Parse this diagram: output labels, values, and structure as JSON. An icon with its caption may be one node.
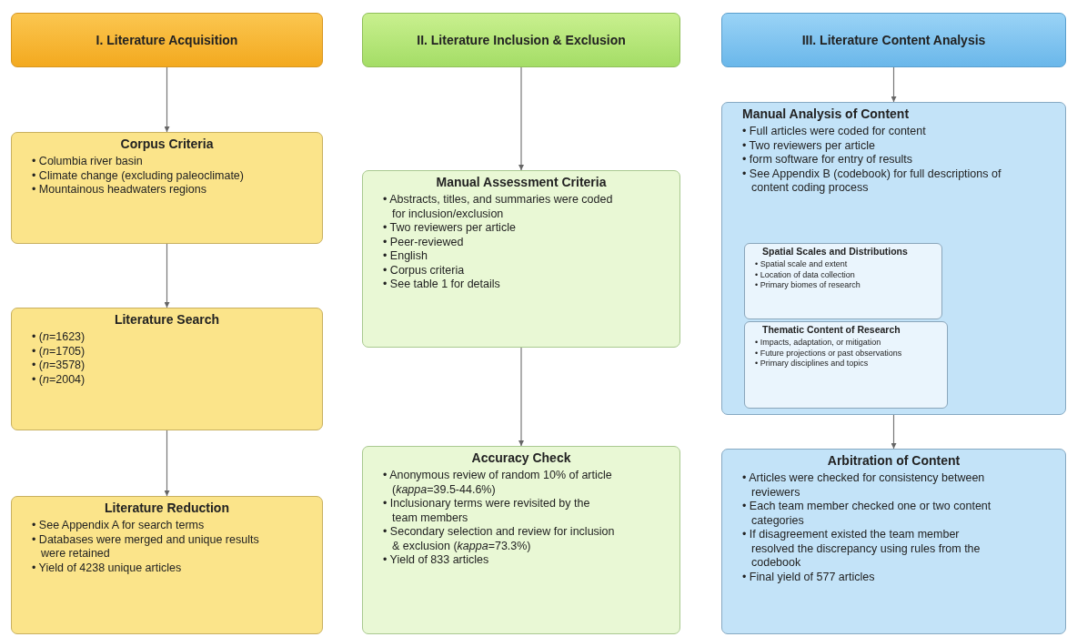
{
  "diagram": {
    "nodes": [
      {
        "text": [
          "I. Literature Acquisition"
        ]
      },
      {
        "text": [
          "Corpus Criteria",
          "• Columbia river basin",
          "• Climate change (excluding paleoclimate)",
          "• Mountainous headwaters regions"
        ]
      },
      {
        "text": [
          "Literature Search",
          "• (*n*=1623)",
          "• (*n*=1705)",
          "• (*n*=3578)",
          "• (*n*=2004)"
        ]
      },
      {
        "text": [
          "Literature Reduction",
          "• See Appendix A for search terms",
          "• Databases were merged and unique results were retained",
          "• Yield of 4238 unique articles"
        ]
      },
      {
        "text": [
          "II. Literature Inclusion & Exclusion"
        ]
      },
      {
        "text": [
          "Manual Assessment Criteria",
          "• Abstracts, titles, and summaries were coded for inclusion/exclusion",
          "• Two reviewers per article",
          "• Peer-reviewed",
          "• English",
          "• Corpus criteria",
          "• See table 1 for details"
        ]
      },
      {
        "text": [
          "Accuracy Check",
          "• Anonymous review of random 10% of article (*kappa*=39.5-44.6%)",
          "• Inclusionary terms were revisited by the team members",
          "• Secondary selection and review for inclusion & exclusion (*kappa*=73.3%)",
          "• Yield of 833 articles"
        ]
      },
      {
        "text": [
          "III. Literature Content Analysis"
        ]
      },
      {
        "text": [
          "Manual Analysis of Content",
          "• Full articles were coded for content",
          "• Two reviewers per article",
          "• form software for entry of results",
          "• See Appendix B (codebook) for full descriptions of content coding process"
        ]
      },
      {
        "text": [
          "Spatial Scales and Distributions",
          "• Spatial scale and extent",
          "• Location of data collection",
          "• Primary biomes of research"
        ],
        "in": 8
      },
      {
        "text": [
          "Thematic Content of Research",
          "• Impacts, adaptation, or mitigation",
          "• Future projections or past observations",
          "• Primary disciplines and topics"
        ],
        "in": 8
      },
      {
        "text": [
          "Arbitration of Content",
          "• Articles were checked for consistency between reviewers",
          "• Each team member checked one or two content categories",
          "• If disagreement existed the team member resolved the discrepancy using rules from the codebook",
          "• Final yield of 577 articles"
        ]
      }
    ],
    "edges": [
      {
        "from": 0,
        "to": 1,
        "arrow": "to"
      },
      {
        "from": 1,
        "to": 2,
        "arrow": "to"
      },
      {
        "from": 2,
        "to": 3,
        "arrow": "to"
      },
      {
        "from": 4,
        "to": 5,
        "arrow": "to"
      },
      {
        "from": 5,
        "to": 6,
        "arrow": "to"
      },
      {
        "from": 7,
        "to": 8,
        "arrow": "to"
      },
      {
        "from": 8,
        "to": 11,
        "arrow": "to"
      }
    ]
  }
}
